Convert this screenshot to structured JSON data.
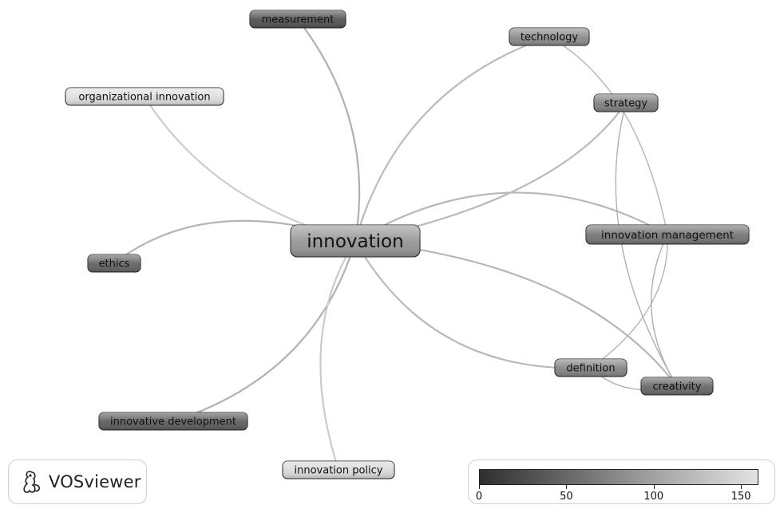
{
  "network": {
    "nodes": [
      {
        "id": "innovation",
        "label": "innovation",
        "shade": 90
      },
      {
        "id": "measurement",
        "label": "measurement",
        "shade": 30
      },
      {
        "id": "technology",
        "label": "technology",
        "shade": 80
      },
      {
        "id": "organizational_innovation",
        "label": "organizational innovation",
        "shade": 155
      },
      {
        "id": "strategy",
        "label": "strategy",
        "shade": 70
      },
      {
        "id": "innovation_management",
        "label": "innovation management",
        "shade": 60
      },
      {
        "id": "ethics",
        "label": "ethics",
        "shade": 45
      },
      {
        "id": "definition",
        "label": "definition",
        "shade": 75
      },
      {
        "id": "creativity",
        "label": "creativity",
        "shade": 50
      },
      {
        "id": "innovative_development",
        "label": "innovative development",
        "shade": 40
      },
      {
        "id": "innovation_policy",
        "label": "innovation policy",
        "shade": 150
      }
    ],
    "edges": [
      {
        "from": "innovation",
        "to": "measurement"
      },
      {
        "from": "innovation",
        "to": "technology"
      },
      {
        "from": "innovation",
        "to": "strategy"
      },
      {
        "from": "innovation",
        "to": "organizational_innovation"
      },
      {
        "from": "innovation",
        "to": "ethics"
      },
      {
        "from": "innovation",
        "to": "innovation_management"
      },
      {
        "from": "innovation",
        "to": "definition"
      },
      {
        "from": "innovation",
        "to": "creativity"
      },
      {
        "from": "innovation",
        "to": "innovative_development"
      },
      {
        "from": "innovation",
        "to": "innovation_policy"
      },
      {
        "from": "technology",
        "to": "innovation_management"
      },
      {
        "from": "strategy",
        "to": "creativity"
      },
      {
        "from": "innovation_management",
        "to": "definition"
      },
      {
        "from": "innovation_management",
        "to": "creativity"
      },
      {
        "from": "definition",
        "to": "creativity"
      }
    ]
  },
  "brand": {
    "name": "VOSviewer"
  },
  "legend": {
    "min": 0,
    "max": 160,
    "ticks": [
      {
        "value": 0,
        "label": "0"
      },
      {
        "value": 50,
        "label": "50"
      },
      {
        "value": 100,
        "label": "100"
      },
      {
        "value": 150,
        "label": "150"
      }
    ]
  }
}
